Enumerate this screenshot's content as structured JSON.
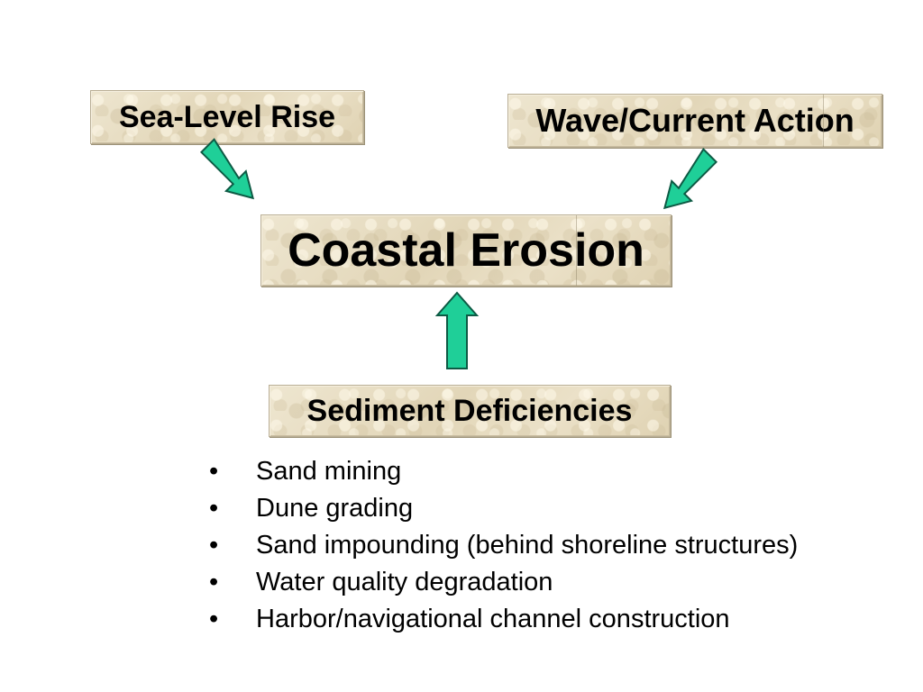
{
  "diagram": {
    "center": {
      "label": "Coastal Erosion"
    },
    "causes": [
      {
        "id": "sea-level-rise",
        "label": "Sea-Level Rise"
      },
      {
        "id": "wave-current-action",
        "label": "Wave/Current Action"
      },
      {
        "id": "sediment-deficiencies",
        "label": "Sediment Deficiencies"
      }
    ],
    "sediment_list": {
      "bullet_glyph": "•",
      "items": [
        "Sand mining",
        "Dune grading",
        "Sand impounding (behind shoreline structures)",
        "Water quality degradation",
        "Harbor/navigational channel construction"
      ]
    },
    "colors": {
      "arrow_fill": "#1fcf98",
      "arrow_stroke": "#0d5a44",
      "box_fill": "#e6dcc2"
    },
    "icons": [
      "down-right-arrow-icon",
      "down-left-arrow-icon",
      "up-arrow-icon"
    ]
  }
}
